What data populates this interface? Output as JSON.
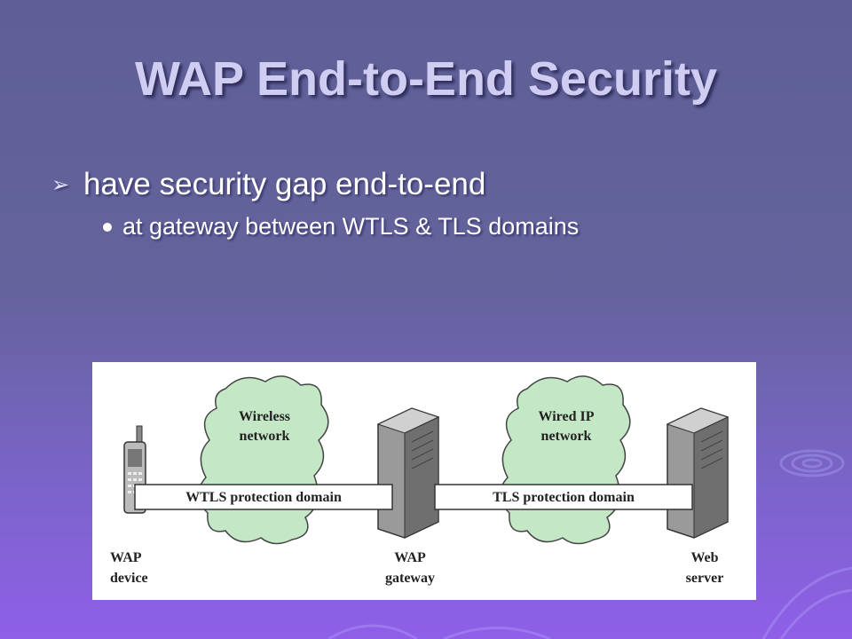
{
  "slide": {
    "title": "WAP End-to-End Security",
    "bullets": [
      {
        "text": "have security gap end-to-end"
      },
      {
        "text": "at gateway between WTLS & TLS domains"
      }
    ]
  },
  "diagram": {
    "clouds": [
      {
        "line1": "Wireless",
        "line2": "network"
      },
      {
        "line1": "Wired IP",
        "line2": "network"
      }
    ],
    "domains": [
      {
        "label": "WTLS protection domain"
      },
      {
        "label": "TLS protection domain"
      }
    ],
    "nodes": [
      {
        "line1": "WAP",
        "line2": "device"
      },
      {
        "line1": "WAP",
        "line2": "gateway"
      },
      {
        "line1": "Web",
        "line2": "server"
      }
    ]
  }
}
